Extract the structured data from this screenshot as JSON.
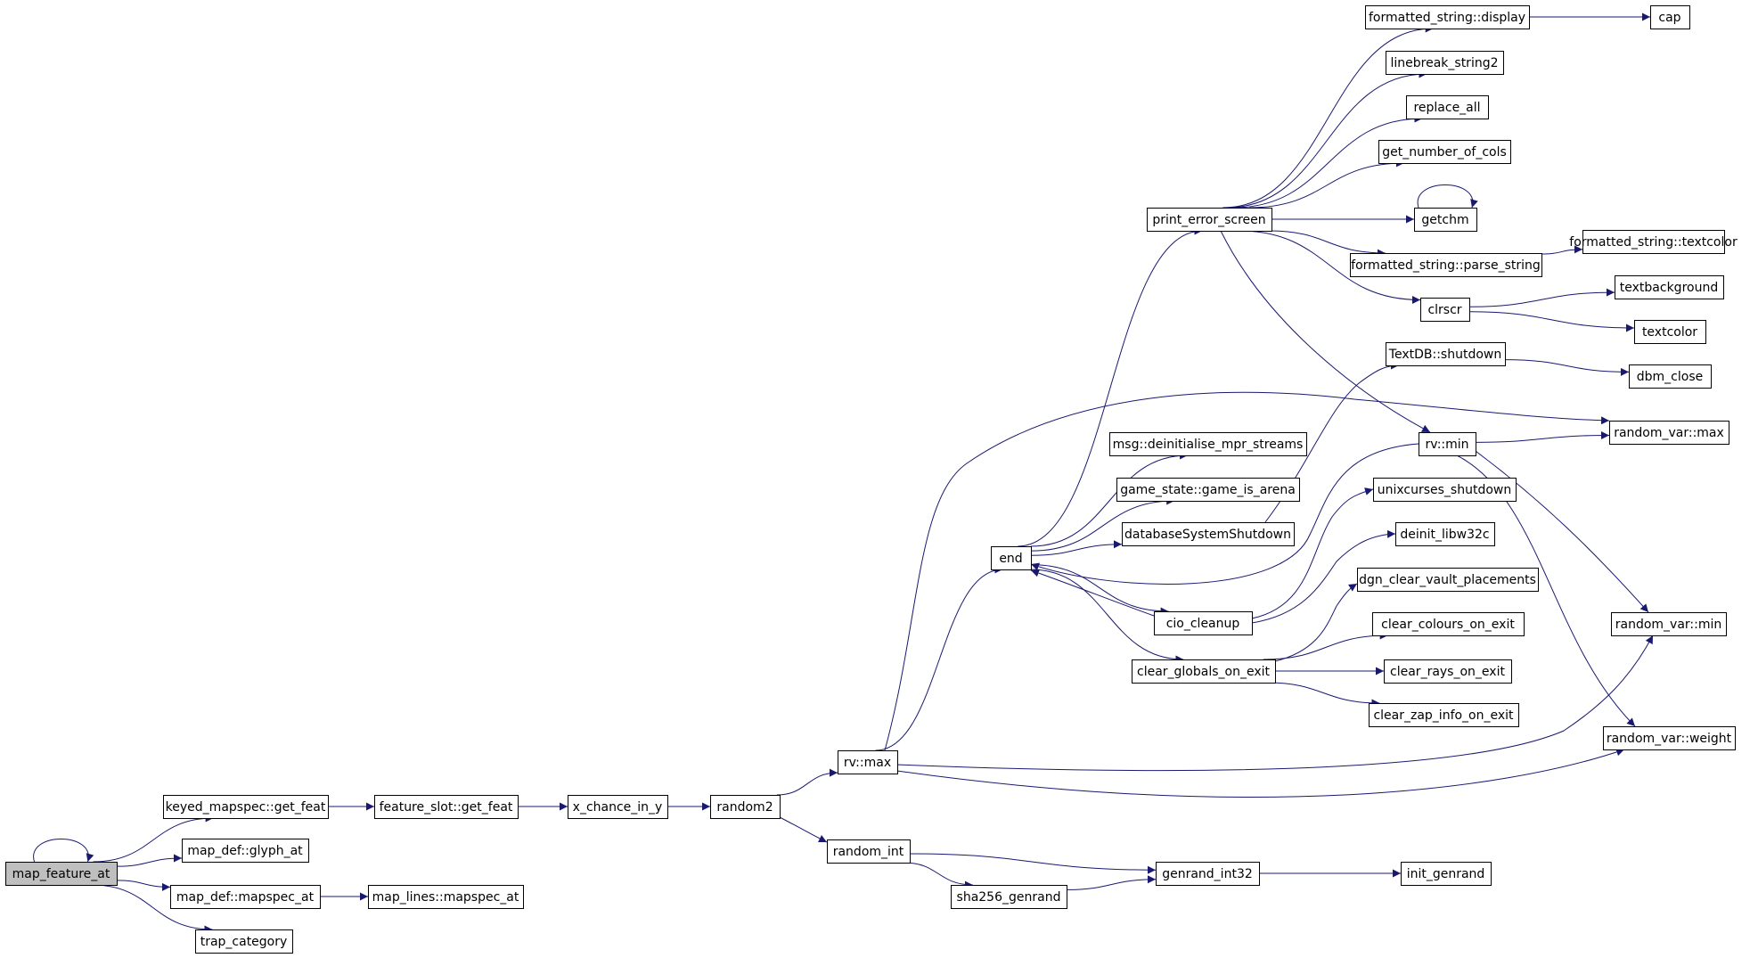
{
  "diagram": {
    "type": "call-graph",
    "colors": {
      "edge": "#191970",
      "node_border": "#000000",
      "node_fill": "#ffffff",
      "root_fill": "#bfbfbf",
      "text": "#000000"
    },
    "nodes": [
      {
        "id": "map_feature_at",
        "label": "map_feature_at",
        "root": true
      },
      {
        "id": "keyed_get_feat",
        "label": "keyed_mapspec::get_feat"
      },
      {
        "id": "glyph_at",
        "label": "map_def::glyph_at"
      },
      {
        "id": "mapspec_at",
        "label": "map_def::mapspec_at"
      },
      {
        "id": "lines_mapspec_at",
        "label": "map_lines::mapspec_at"
      },
      {
        "id": "trap_category",
        "label": "trap_category"
      },
      {
        "id": "slot_get_feat",
        "label": "feature_slot::get_feat"
      },
      {
        "id": "x_chance",
        "label": "x_chance_in_y"
      },
      {
        "id": "random2",
        "label": "random2"
      },
      {
        "id": "rv_max",
        "label": "rv::max"
      },
      {
        "id": "random_int",
        "label": "random_int"
      },
      {
        "id": "sha256",
        "label": "sha256_genrand"
      },
      {
        "id": "genrand_int32",
        "label": "genrand_int32"
      },
      {
        "id": "init_genrand",
        "label": "init_genrand"
      },
      {
        "id": "end",
        "label": "end"
      },
      {
        "id": "print_error_screen",
        "label": "print_error_screen"
      },
      {
        "id": "fs_display",
        "label": "formatted_string::display"
      },
      {
        "id": "cap",
        "label": "cap"
      },
      {
        "id": "linebreak",
        "label": "linebreak_string2"
      },
      {
        "id": "replace_all",
        "label": "replace_all"
      },
      {
        "id": "get_cols",
        "label": "get_number_of_cols"
      },
      {
        "id": "getchm",
        "label": "getchm"
      },
      {
        "id": "parse_string",
        "label": "formatted_string::parse_string"
      },
      {
        "id": "fs_textcolor",
        "label": "formatted_string::textcolor"
      },
      {
        "id": "clrscr",
        "label": "clrscr"
      },
      {
        "id": "textbackground",
        "label": "textbackground"
      },
      {
        "id": "textcolor",
        "label": "textcolor"
      },
      {
        "id": "textdb_shutdown",
        "label": "TextDB::shutdown"
      },
      {
        "id": "dbm_close",
        "label": "dbm_close"
      },
      {
        "id": "rv_min",
        "label": "rv::min"
      },
      {
        "id": "random_var_max",
        "label": "random_var::max"
      },
      {
        "id": "msg_deinit",
        "label": "msg::deinitialise_mpr_streams"
      },
      {
        "id": "game_is_arena",
        "label": "game_state::game_is_arena"
      },
      {
        "id": "db_shutdown",
        "label": "databaseSystemShutdown"
      },
      {
        "id": "unixcurses",
        "label": "unixcurses_shutdown"
      },
      {
        "id": "deinit_libw32c",
        "label": "deinit_libw32c"
      },
      {
        "id": "cio_cleanup",
        "label": "cio_cleanup"
      },
      {
        "id": "dgn_clear_vault",
        "label": "dgn_clear_vault_placements"
      },
      {
        "id": "clear_colours",
        "label": "clear_colours_on_exit"
      },
      {
        "id": "clear_globals",
        "label": "clear_globals_on_exit"
      },
      {
        "id": "clear_rays",
        "label": "clear_rays_on_exit"
      },
      {
        "id": "clear_zap",
        "label": "clear_zap_info_on_exit"
      },
      {
        "id": "random_var_min",
        "label": "random_var::min"
      },
      {
        "id": "random_var_weight",
        "label": "random_var::weight"
      }
    ],
    "edges": [
      {
        "from": "map_feature_at",
        "to": "map_feature_at"
      },
      {
        "from": "map_feature_at",
        "to": "keyed_get_feat"
      },
      {
        "from": "map_feature_at",
        "to": "glyph_at"
      },
      {
        "from": "map_feature_at",
        "to": "mapspec_at"
      },
      {
        "from": "map_feature_at",
        "to": "trap_category"
      },
      {
        "from": "keyed_get_feat",
        "to": "slot_get_feat"
      },
      {
        "from": "mapspec_at",
        "to": "lines_mapspec_at"
      },
      {
        "from": "slot_get_feat",
        "to": "x_chance"
      },
      {
        "from": "x_chance",
        "to": "random2"
      },
      {
        "from": "random2",
        "to": "rv_max"
      },
      {
        "from": "random2",
        "to": "random_int"
      },
      {
        "from": "rv_max",
        "to": "end"
      },
      {
        "from": "rv_max",
        "to": "random_var_max"
      },
      {
        "from": "rv_max",
        "to": "random_var_min"
      },
      {
        "from": "rv_max",
        "to": "random_var_weight"
      },
      {
        "from": "random_int",
        "to": "genrand_int32"
      },
      {
        "from": "random_int",
        "to": "sha256"
      },
      {
        "from": "sha256",
        "to": "genrand_int32"
      },
      {
        "from": "genrand_int32",
        "to": "init_genrand"
      },
      {
        "from": "end",
        "to": "print_error_screen"
      },
      {
        "from": "end",
        "to": "msg_deinit"
      },
      {
        "from": "end",
        "to": "game_is_arena"
      },
      {
        "from": "end",
        "to": "db_shutdown"
      },
      {
        "from": "end",
        "to": "cio_cleanup"
      },
      {
        "from": "end",
        "to": "clear_globals"
      },
      {
        "from": "print_error_screen",
        "to": "fs_display"
      },
      {
        "from": "print_error_screen",
        "to": "linebreak"
      },
      {
        "from": "print_error_screen",
        "to": "replace_all"
      },
      {
        "from": "print_error_screen",
        "to": "get_cols"
      },
      {
        "from": "print_error_screen",
        "to": "getchm"
      },
      {
        "from": "print_error_screen",
        "to": "parse_string"
      },
      {
        "from": "print_error_screen",
        "to": "clrscr"
      },
      {
        "from": "print_error_screen",
        "to": "rv_min"
      },
      {
        "from": "fs_display",
        "to": "cap"
      },
      {
        "from": "getchm",
        "to": "getchm"
      },
      {
        "from": "parse_string",
        "to": "fs_textcolor"
      },
      {
        "from": "clrscr",
        "to": "textbackground"
      },
      {
        "from": "clrscr",
        "to": "textcolor"
      },
      {
        "from": "textdb_shutdown",
        "to": "dbm_close"
      },
      {
        "from": "db_shutdown",
        "to": "textdb_shutdown"
      },
      {
        "from": "rv_min",
        "to": "end"
      },
      {
        "from": "rv_min",
        "to": "random_var_max"
      },
      {
        "from": "rv_min",
        "to": "random_var_min"
      },
      {
        "from": "rv_min",
        "to": "random_var_weight"
      },
      {
        "from": "cio_cleanup",
        "to": "end"
      },
      {
        "from": "cio_cleanup",
        "to": "unixcurses"
      },
      {
        "from": "cio_cleanup",
        "to": "deinit_libw32c"
      },
      {
        "from": "clear_globals",
        "to": "dgn_clear_vault"
      },
      {
        "from": "clear_globals",
        "to": "clear_colours"
      },
      {
        "from": "clear_globals",
        "to": "clear_rays"
      },
      {
        "from": "clear_globals",
        "to": "clear_zap"
      }
    ]
  }
}
